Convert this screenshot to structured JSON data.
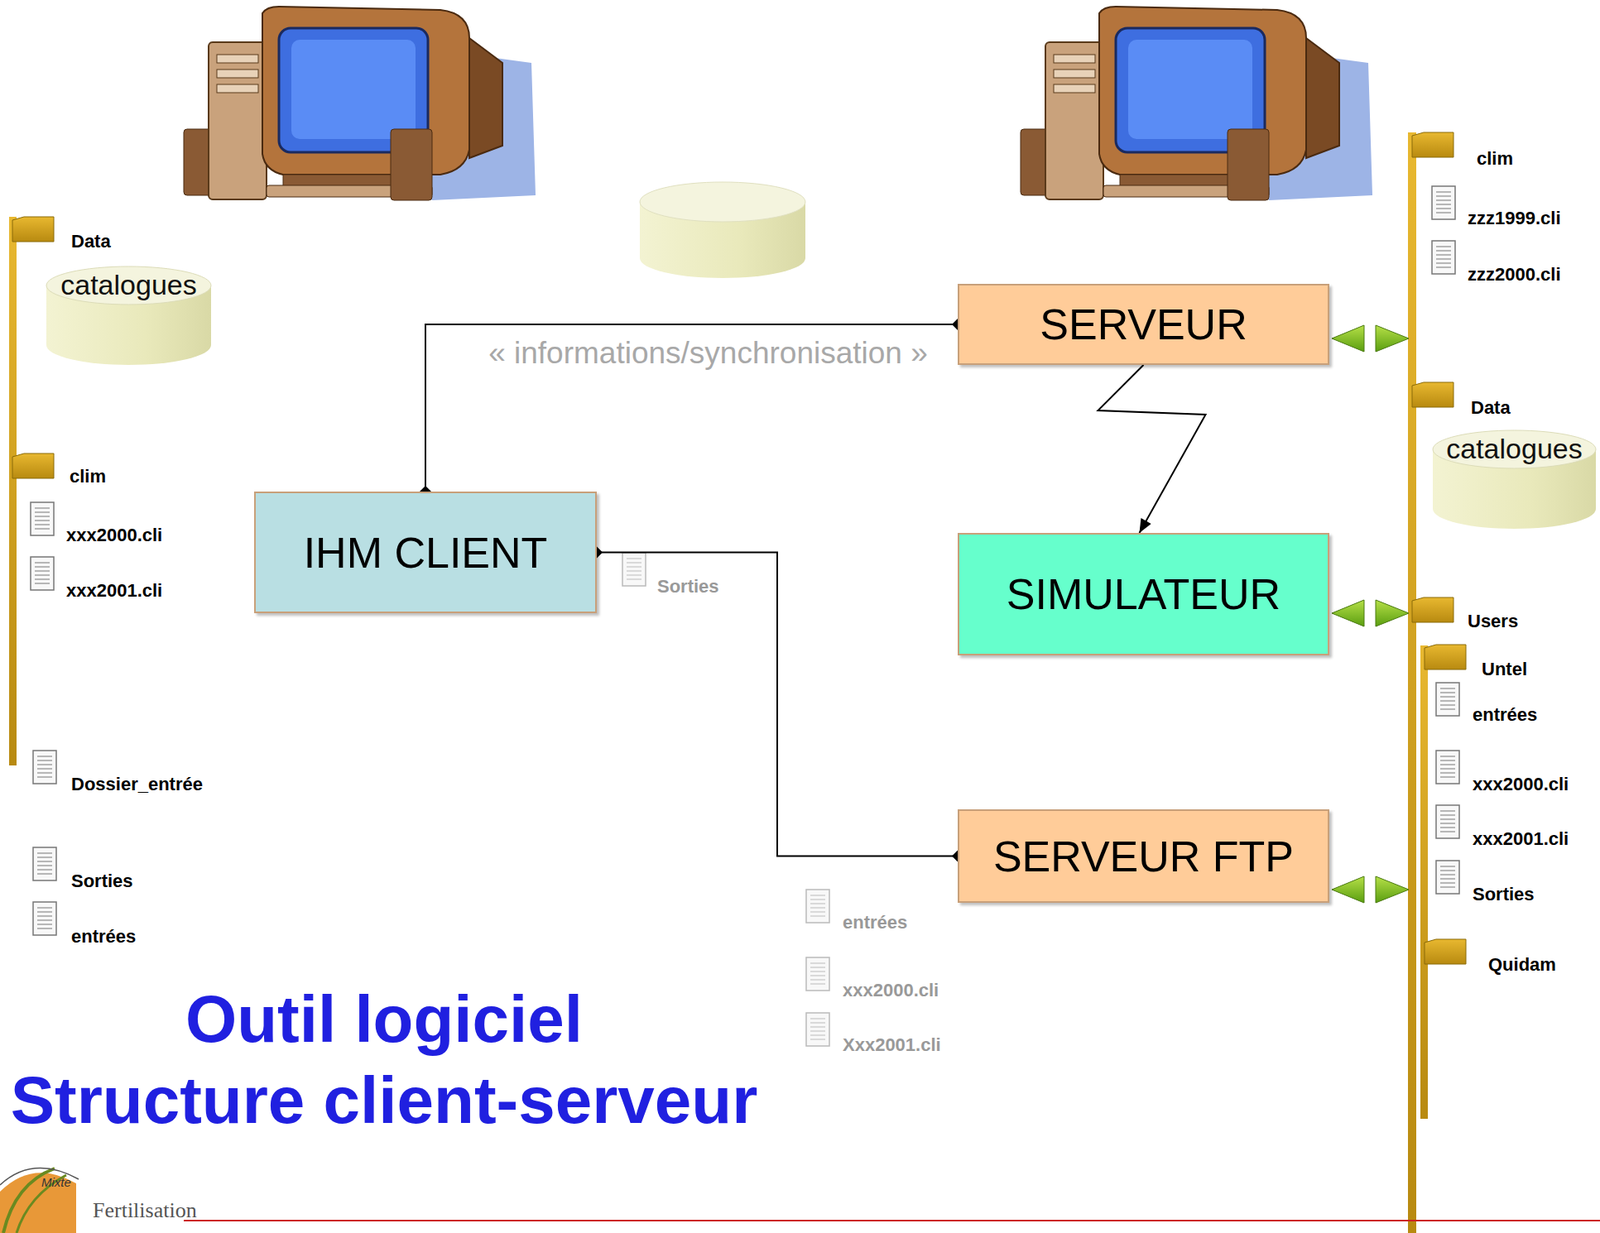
{
  "diagram": {
    "title": "Outil logiciel",
    "caption": "Structure client-serveur",
    "nodes": [
      {
        "text": [
          "catalogues"
        ]
      },
      {
        "text": [
          "SERVEUR"
        ]
      },
      {
        "text": [
          "catalogues"
        ]
      },
      {
        "text": [
          "IHM CLIENT"
        ]
      },
      {
        "text": [
          "SIMULATEUR"
        ]
      },
      {
        "text": [
          "SERVEUR FTP"
        ]
      }
    ],
    "edges": [
      {
        "from": 3,
        "to": 1,
        "arrow": "none",
        "label": "« informations/synchronisation »"
      },
      {
        "from": 3,
        "to": 5,
        "arrow": "none"
      },
      {
        "from": 1,
        "to": 4,
        "arrow": "to"
      }
    ],
    "labels": [
      "Data",
      "clim",
      "xxx2000.cli",
      "xxx2001.cli",
      "Dossier_entrée",
      "Sorties",
      "entrées",
      "Sorties",
      "entrées",
      "xxx2000.cli",
      "Xxx2001.cli",
      "clim",
      "zzz1999.cli",
      "zzz2000.cli",
      "Data",
      "Users",
      "Untel",
      "entrées",
      "xxx2000.cli",
      "xxx2001.cli",
      "Sorties",
      "Quidam",
      "Mixte",
      "Fertilisation"
    ]
  }
}
